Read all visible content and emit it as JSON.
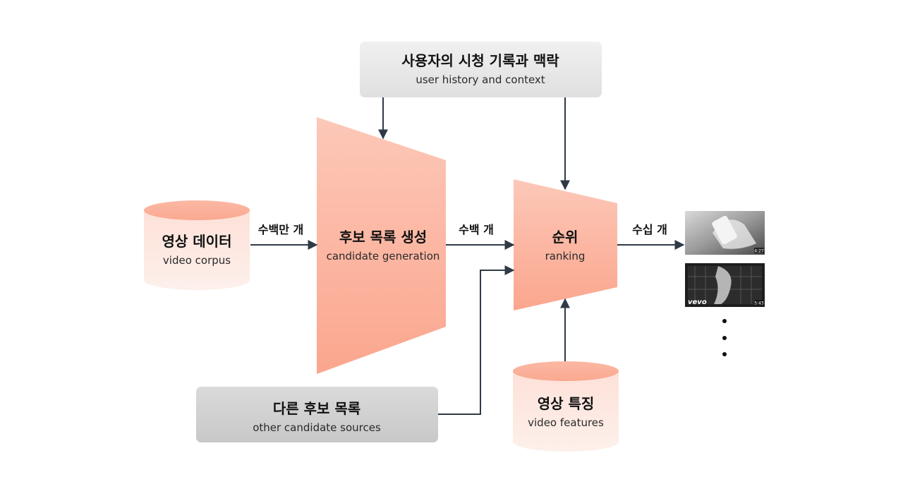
{
  "nodes": {
    "user_history": {
      "title": "사용자의 시청 기록과 맥락",
      "subtitle": "user history and context"
    },
    "video_corpus": {
      "title": "영상 데이터",
      "subtitle": "video corpus"
    },
    "candidate_generation": {
      "title": "후보 목록 생성",
      "subtitle": "candidate generation"
    },
    "ranking": {
      "title": "순위",
      "subtitle": "ranking"
    },
    "other_sources": {
      "title": "다른 후보 목록",
      "subtitle": "other candidate sources"
    },
    "video_features": {
      "title": "영상 특징",
      "subtitle": "video features"
    }
  },
  "edges": {
    "corpus_to_generation": "수백만 개",
    "generation_to_ranking": "수백 개",
    "ranking_to_output": "수십 개"
  },
  "output": {
    "thumb1_duration": "4:27",
    "thumb2_brand": "vevo",
    "thumb2_duration": "5:43"
  },
  "colors": {
    "accent_top": "#fcc8b8",
    "accent_bottom": "#fba68e",
    "box_gray_light": "#ececec",
    "box_gray": "#d2d2d2",
    "arrow": "#2f3a46"
  }
}
